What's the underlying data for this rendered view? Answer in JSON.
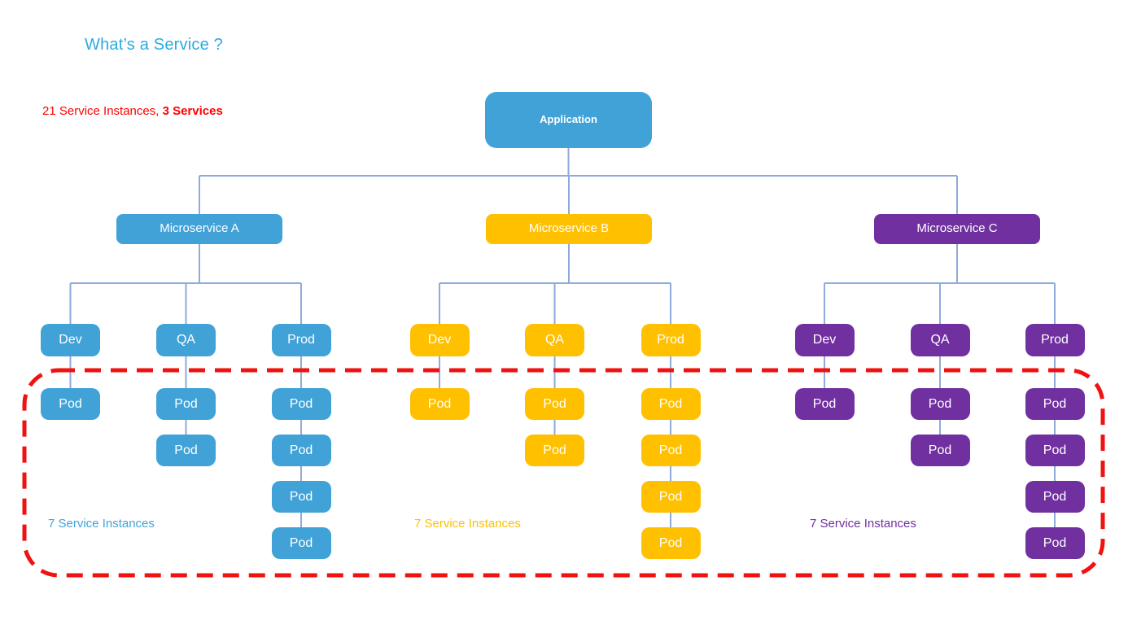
{
  "title": "What’s a Service ?",
  "subtitle": {
    "normal": "21 Service Instances, ",
    "bold": "3 Services"
  },
  "application": {
    "label": "Application",
    "color": "#41A2D8"
  },
  "services": [
    {
      "name": "Microservice A",
      "color": "#41A2D8",
      "instances_label": "7 Service Instances",
      "environments": [
        {
          "label": "Dev",
          "pods": [
            "Pod"
          ]
        },
        {
          "label": "QA",
          "pods": [
            "Pod",
            "Pod"
          ]
        },
        {
          "label": "Prod",
          "pods": [
            "Pod",
            "Pod",
            "Pod",
            "Pod"
          ]
        }
      ]
    },
    {
      "name": "Microservice B",
      "color": "#FFC000",
      "instances_label": "7 Service Instances",
      "environments": [
        {
          "label": "Dev",
          "pods": [
            "Pod"
          ]
        },
        {
          "label": "QA",
          "pods": [
            "Pod",
            "Pod"
          ]
        },
        {
          "label": "Prod",
          "pods": [
            "Pod",
            "Pod",
            "Pod",
            "Pod"
          ]
        }
      ]
    },
    {
      "name": "Microservice C",
      "color": "#7030A0",
      "instances_label": "7 Service Instances",
      "environments": [
        {
          "label": "Dev",
          "pods": [
            "Pod"
          ]
        },
        {
          "label": "QA",
          "pods": [
            "Pod",
            "Pod"
          ]
        },
        {
          "label": "Prod",
          "pods": [
            "Pod",
            "Pod",
            "Pod",
            "Pod"
          ]
        }
      ]
    }
  ],
  "colors": {
    "title": "#29ABE2",
    "subtitle_red": "#FF0000",
    "connector_line": "#8FAADC",
    "dashed_border": "#F01111"
  }
}
